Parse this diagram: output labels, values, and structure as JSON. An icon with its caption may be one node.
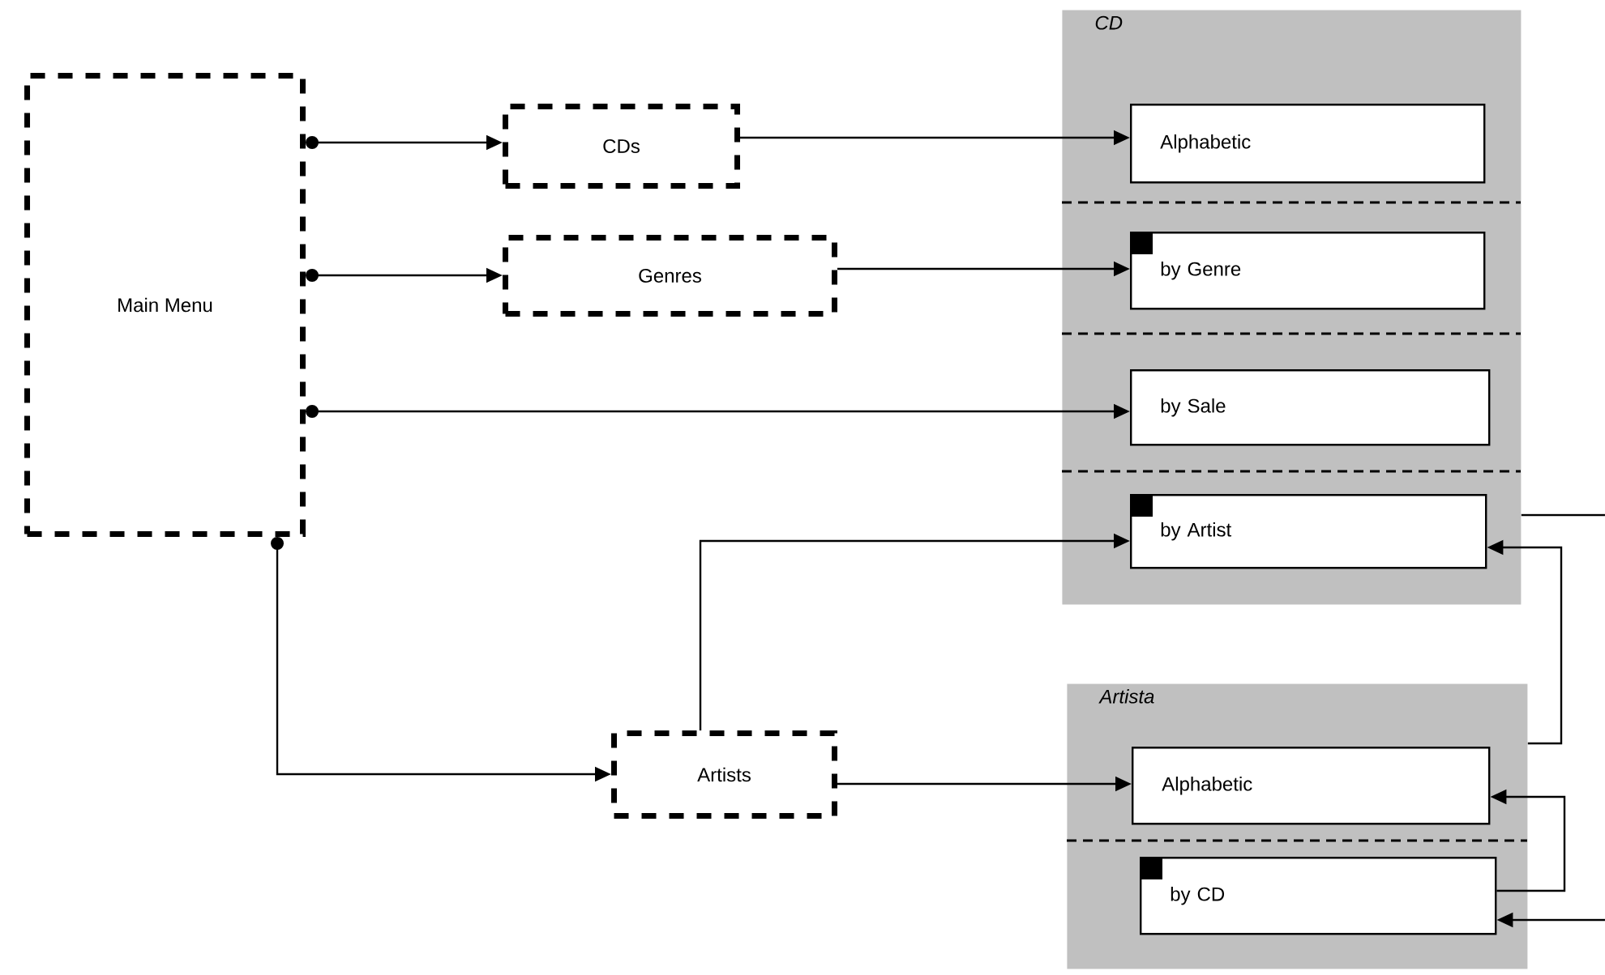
{
  "diagram": {
    "nodes": [
      {
        "text": [
          "Main Menu"
        ]
      },
      {
        "text": [
          "CDs"
        ]
      },
      {
        "text": [
          "Genres"
        ]
      },
      {
        "text": [
          "CD"
        ]
      },
      {
        "text": [
          "Alphabetic"
        ],
        "in": 3
      },
      {
        "text": [
          "by Genre"
        ],
        "in": 3
      },
      {
        "text": [
          "by Sale"
        ],
        "in": 3
      },
      {
        "text": [
          "by Artist"
        ],
        "in": 3
      },
      {
        "text": [
          "Artists"
        ]
      },
      {
        "text": [
          "Artista"
        ]
      },
      {
        "text": [
          "Alphabetic"
        ],
        "in": 9
      },
      {
        "text": [
          "by CD"
        ],
        "in": 9
      }
    ],
    "edges": [
      {
        "from": 0,
        "to": 1,
        "arrow": "to"
      },
      {
        "from": 0,
        "to": 2,
        "arrow": "to"
      },
      {
        "from": 0,
        "to": 6,
        "arrow": "to"
      },
      {
        "from": 0,
        "to": 8,
        "arrow": "to"
      },
      {
        "from": 1,
        "to": 4,
        "arrow": "to"
      },
      {
        "from": 2,
        "to": 5,
        "arrow": "to"
      },
      {
        "from": 8,
        "to": 7,
        "arrow": "to"
      },
      {
        "from": 8,
        "to": 10,
        "arrow": "to"
      },
      {
        "from": 9,
        "to": 7,
        "arrow": "to"
      },
      {
        "from": 11,
        "to": 10,
        "arrow": "to"
      },
      {
        "from": null,
        "to": 11,
        "arrow": "to"
      },
      {
        "from": 3,
        "to": null,
        "arrow": "none"
      }
    ]
  }
}
